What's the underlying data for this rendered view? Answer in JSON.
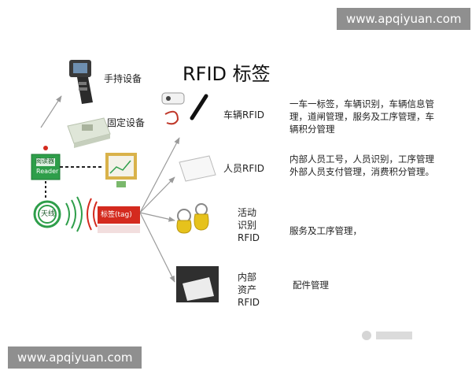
{
  "watermark_top": "www.apqiyuan.com",
  "watermark_bottom": "www.apqiyuan.com",
  "title": "RFID 标签",
  "device_labels": {
    "handheld": "手持设备",
    "fixed": "固定设备"
  },
  "left_system": {
    "reader_line1": "阅读器",
    "reader_line2": "Reader",
    "antenna": "天线",
    "tag": "标签(tag)"
  },
  "categories": [
    {
      "name": "车辆RFID",
      "desc": "一车一标签，车辆识别，车辆信息管理，道闸管理，服务及工序管理，车辆积分管理"
    },
    {
      "name": "人员RFID",
      "desc": "内部人员工号，人员识别，工序管理\n外部人员支付管理，消费积分管理。"
    },
    {
      "name": "活动\n识别\nRFID",
      "desc": "服务及工序管理，"
    },
    {
      "name": "内部\n资产\nRFID",
      "desc": "配件管理"
    }
  ],
  "colors": {
    "green": "#2e9e4a",
    "red": "#d42a1e",
    "arrow": "#9a9a9a"
  }
}
